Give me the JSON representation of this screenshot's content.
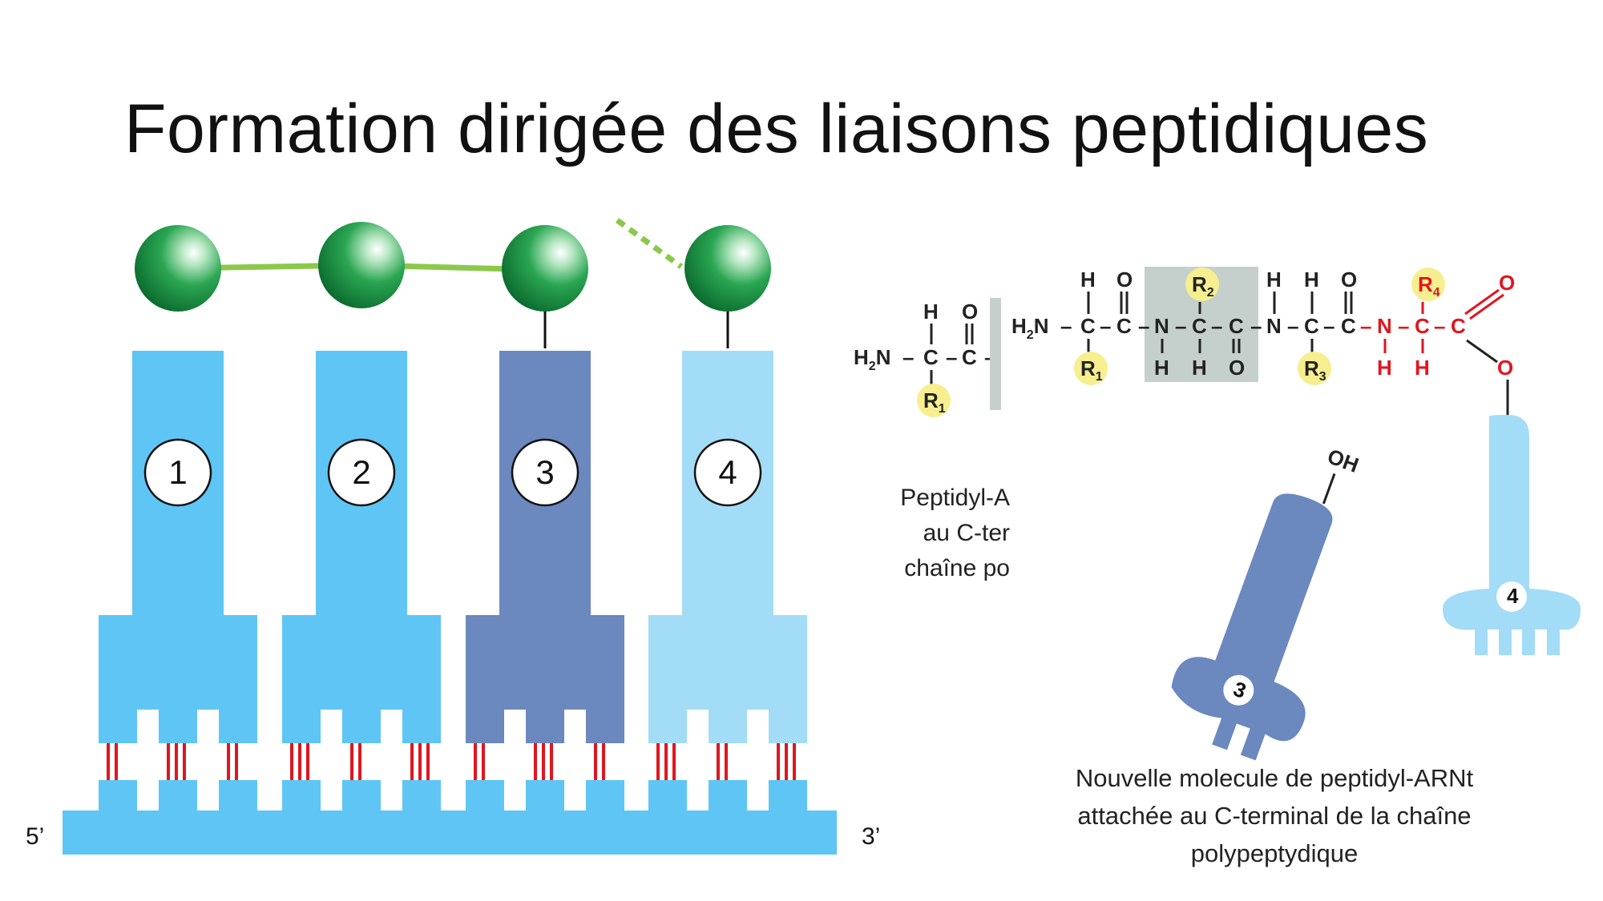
{
  "title": "Formation dirigée des liaisons peptidiques",
  "strand": {
    "left_label": "5’",
    "right_label": "3’"
  },
  "trnas": [
    {
      "number": "1",
      "color": "#5fc5f5"
    },
    {
      "number": "2",
      "color": "#5fc5f5"
    },
    {
      "number": "3",
      "color": "#6b88bf"
    },
    {
      "number": "4",
      "color": "#a2dcf6"
    }
  ],
  "colors": {
    "amino_acid": "#1ea04a",
    "peptide_bond": "#8cc84b",
    "codon_pairing": "#e0161e",
    "mrna": "#5fc5f5",
    "new_residue_red": "#e0161e",
    "side_chain_yellow": "#f7ef8f",
    "peptide_box_gray": "#c5d0cc"
  },
  "chemistry": {
    "h2n": "H",
    "two": "2",
    "n": "N",
    "c": "C",
    "h": "H",
    "o": "O",
    "r": "R",
    "sub1": "1",
    "sub2": "2",
    "sub3": "3",
    "sub4": "4",
    "oh": "OH"
  },
  "captions": {
    "left": [
      "Peptidyl-A",
      "au C-ter",
      "chaîne po"
    ],
    "right": [
      "Nouvelle molecule de peptidyl-ARNt",
      "attachée au C-terminal de la chaîne",
      "polypeptydique"
    ]
  }
}
